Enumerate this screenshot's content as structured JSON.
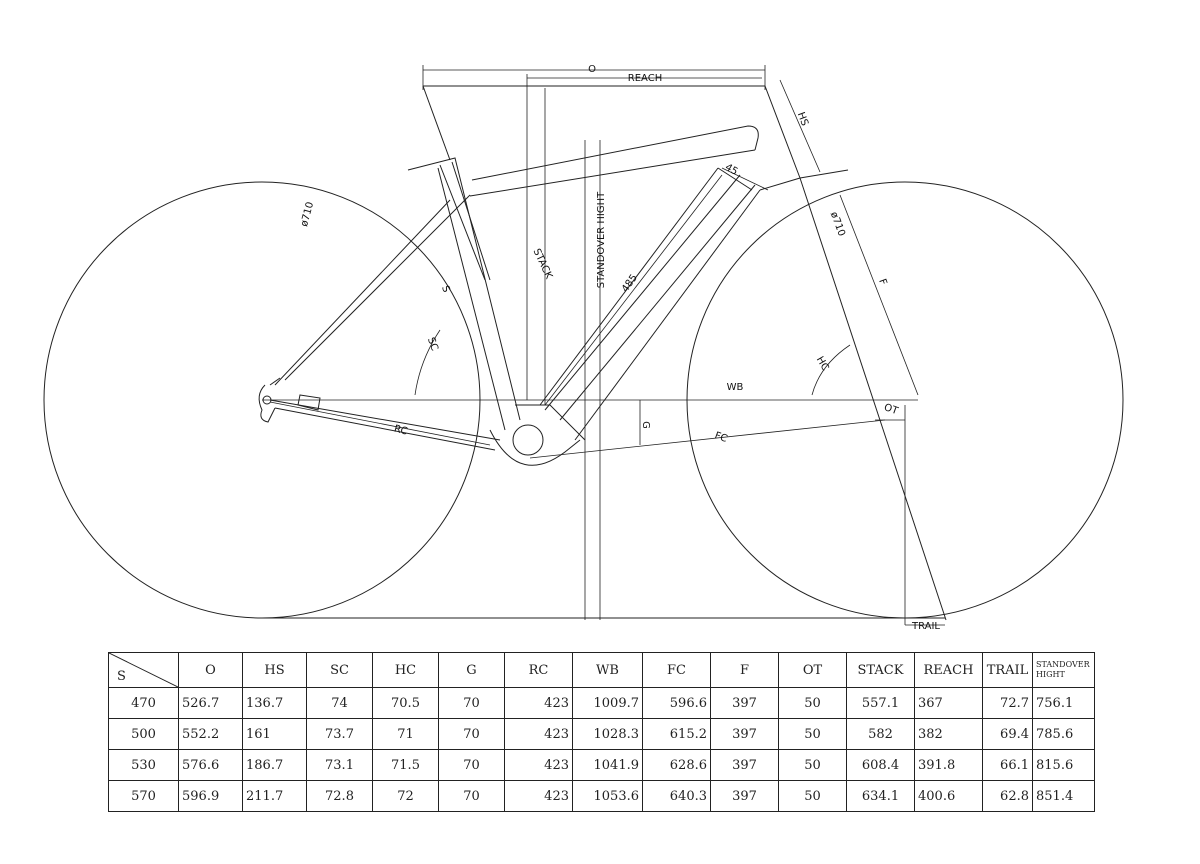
{
  "diagram": {
    "labels": {
      "o": "O",
      "reach": "REACH",
      "hs": "HS",
      "wheel_rear": "ø710",
      "wheel_front": "ø710",
      "f45": "45",
      "stack": "STACK",
      "standover": "STANDOVER HIGHT",
      "seat_tube": "485",
      "s": "S",
      "sc": "SC",
      "f": "F",
      "hc": "HC",
      "wb": "WB",
      "g": "G",
      "rc": "RC",
      "fc": "FC",
      "ot": "OT",
      "trail": "TRAIL"
    }
  },
  "table": {
    "corner_label": "S",
    "headers": [
      "O",
      "HS",
      "SC",
      "HC",
      "G",
      "RC",
      "WB",
      "FC",
      "F",
      "OT",
      "STACK",
      "REACH",
      "TRAIL"
    ],
    "standover_header": [
      "STANDOVER",
      "HIGHT"
    ],
    "rows": [
      {
        "size": "470",
        "cells": [
          "526.7",
          "136.7",
          "74",
          "70.5",
          "70",
          "423",
          "1009.7",
          "596.6",
          "397",
          "50",
          "557.1",
          "367",
          "72.7",
          "756.1"
        ]
      },
      {
        "size": "500",
        "cells": [
          "552.2",
          "161",
          "73.7",
          "71",
          "70",
          "423",
          "1028.3",
          "615.2",
          "397",
          "50",
          "582",
          "382",
          "69.4",
          "785.6"
        ]
      },
      {
        "size": "530",
        "cells": [
          "576.6",
          "186.7",
          "73.1",
          "71.5",
          "70",
          "423",
          "1041.9",
          "628.6",
          "397",
          "50",
          "608.4",
          "391.8",
          "66.1",
          "815.6"
        ]
      },
      {
        "size": "570",
        "cells": [
          "596.9",
          "211.7",
          "72.8",
          "72",
          "70",
          "423",
          "1053.6",
          "640.3",
          "397",
          "50",
          "634.1",
          "400.6",
          "62.8",
          "851.4"
        ]
      }
    ]
  }
}
